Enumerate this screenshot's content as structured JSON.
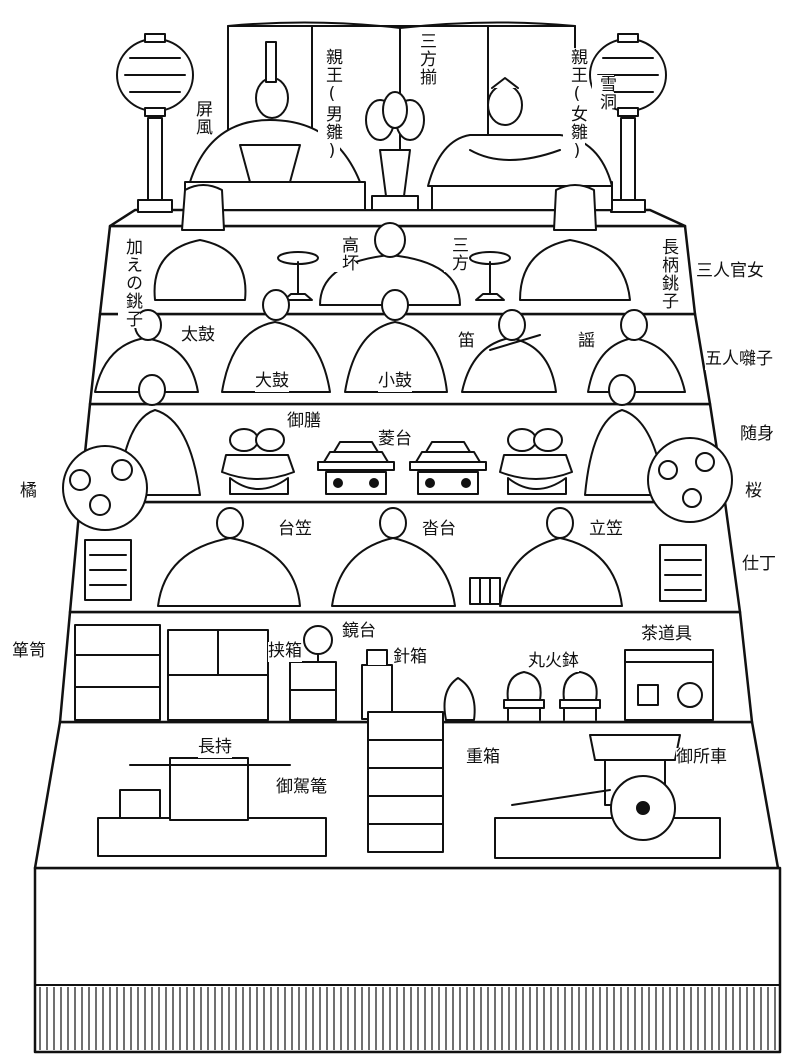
{
  "colors": {
    "ink": "#111111",
    "paper": "#ffffff"
  },
  "labels": {
    "byobu": "屏風",
    "shinno_male": "親王(男雛)",
    "sanbo_soroe": "三方揃",
    "shinno_female": "親王(女雛)",
    "bonbori": "雪洞",
    "kuwae_choshi": "加えの銚子",
    "takatsuki": "高坏",
    "sanbo": "三方",
    "nagae_choshi": "長柄銚子",
    "sannin_kanjo": "三人官女",
    "taiko": "太鼓",
    "odaiko": "大鼓",
    "kotsuzumi": "小鼓",
    "fue": "笛",
    "utai": "謡",
    "gonin_bayashi": "五人囃子",
    "gozen": "御膳",
    "hishidai": "菱台",
    "zuishin": "随身",
    "tachibana": "橘",
    "sakura": "桜",
    "daigasa": "台笠",
    "kutsudai": "沓台",
    "tategasa": "立笠",
    "shicho": "仕丁",
    "tansu": "箪笥",
    "hasamibako": "挟箱",
    "kyodai": "鏡台",
    "haribako": "針箱",
    "marahibachi": "丸火鉢",
    "chadogu": "茶道具",
    "nagamochi": "長持",
    "jubako": "重箱",
    "gosho_guruma": "御所車",
    "okago": "御駕篭"
  }
}
